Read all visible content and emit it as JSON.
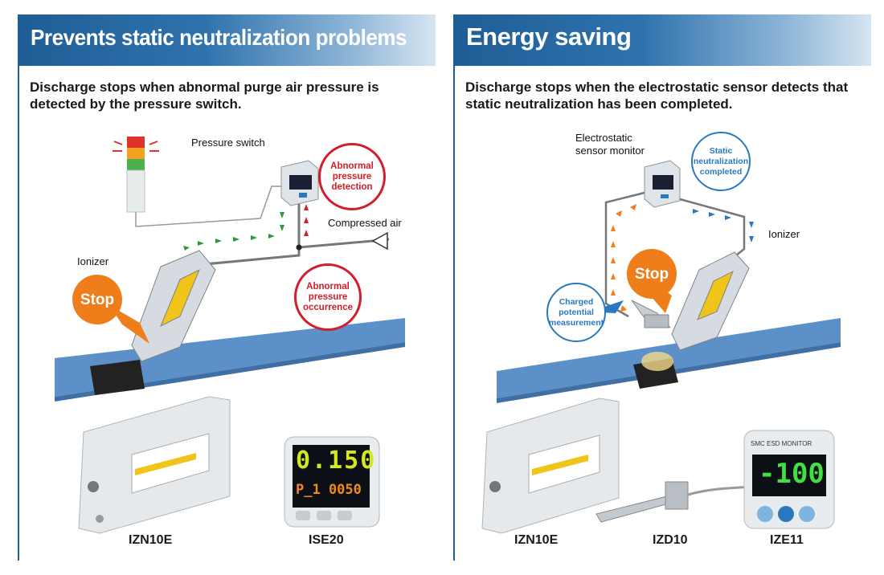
{
  "left": {
    "title": "Prevents static neutralization problems",
    "description": "Discharge stops when abnormal purge air pressure is detected by the pressure switch.",
    "labels": {
      "pressure_switch": "Pressure switch",
      "compressed_air": "Compressed air",
      "ionizer": "Ionizer",
      "abnormal_detection": "Abnormal pressure detection",
      "abnormal_occurrence": "Abnormal pressure occurrence",
      "stop": "Stop"
    },
    "products": [
      "IZN10E",
      "ISE20"
    ],
    "display": {
      "line1": "0.150",
      "line2": "P_1 0050"
    }
  },
  "right": {
    "title": "Energy saving",
    "description": "Discharge stops when the electrostatic sensor detects that static neutralization has been completed.",
    "labels": {
      "sensor_monitor": "Electrostatic sensor monitor",
      "ionizer": "Ionizer",
      "neutralization_completed": "Static neutralization completed",
      "charged_potential": "Charged potential measurement",
      "stop": "Stop"
    },
    "products": [
      "IZN10E",
      "IZD10",
      "IZE11"
    ],
    "display": {
      "line1": "-100",
      "header": "SMC ESD MONITOR"
    }
  },
  "colors": {
    "banner": "#1f5d96",
    "red": "#d21e2b",
    "orange": "#ef7d1a",
    "blue": "#2a78c0",
    "green": "#2a9d3a",
    "conveyor": "#5b90c8"
  }
}
